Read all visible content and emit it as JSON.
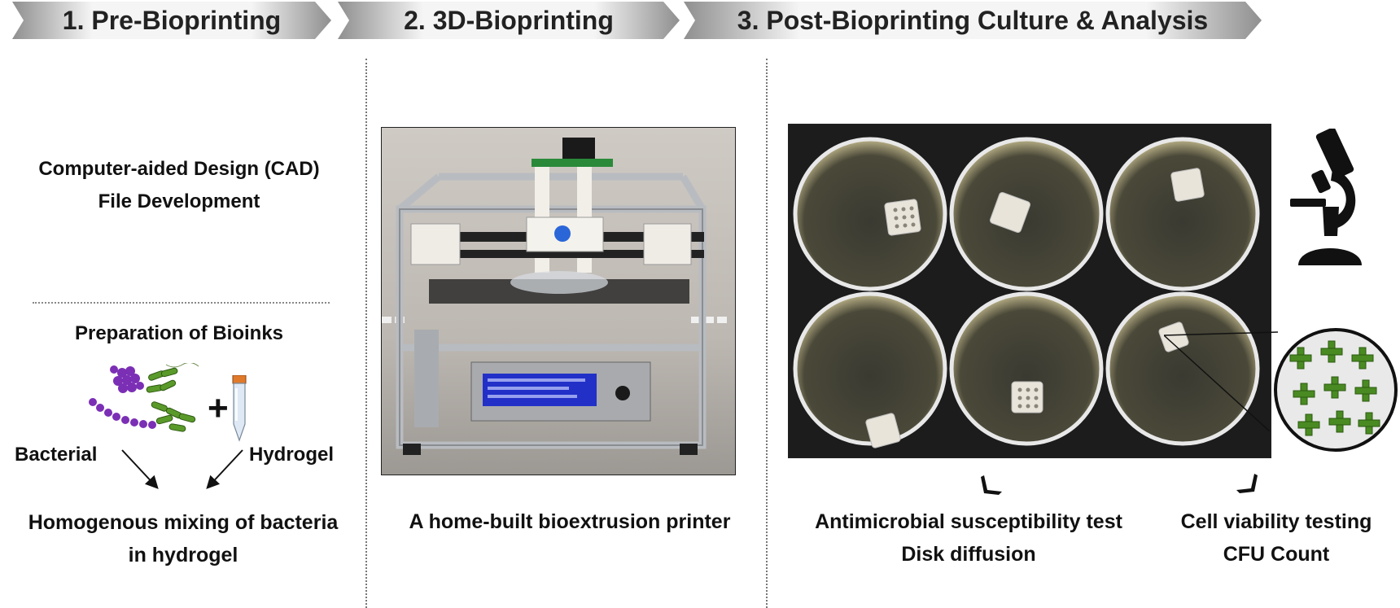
{
  "stages": [
    {
      "title": "1. Pre-Bioprinting"
    },
    {
      "title": "2. 3D-Bioprinting"
    },
    {
      "title": "3. Post-Bioprinting Culture & Analysis"
    }
  ],
  "pre": {
    "cad_line1": "Computer-aided Design (CAD)",
    "cad_line2": "File  Development",
    "prep_title": "Preparation of Bioinks",
    "bacterial_label": "Bacterial",
    "plus": "+",
    "hydrogel_label": "Hydrogel",
    "mix_line1": "Homogenous mixing of bacteria",
    "mix_line2": "in hydrogel"
  },
  "printing": {
    "caption": "A home-built bioextrusion printer"
  },
  "post": {
    "test1_line1": "Antimicrobial susceptibility test",
    "test1_line2": "Disk diffusion",
    "test2_line1": "Cell viability testing",
    "test2_line2": "CFU Count"
  },
  "colors": {
    "banner_light": "#f4f4f4",
    "banner_dark": "#9a9a9a",
    "bacteria_purple": "#7b2fb5",
    "bacteria_green": "#5a9a2a",
    "grid_green": "#4a8a22",
    "lcd_blue": "#2230c8"
  }
}
